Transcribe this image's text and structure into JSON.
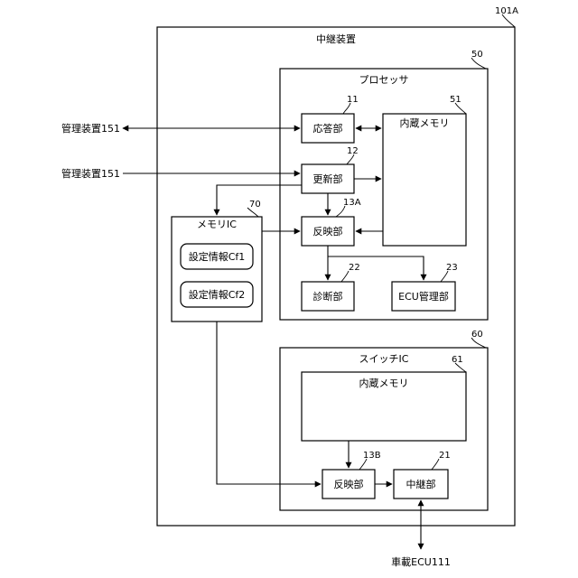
{
  "device": {
    "label": "中継装置",
    "ref": "101A"
  },
  "processor": {
    "label": "プロセッサ",
    "ref": "50"
  },
  "response_unit": {
    "label": "応答部",
    "ref": "11"
  },
  "update_unit": {
    "label": "更新部",
    "ref": "12"
  },
  "reflect_unit": {
    "label": "反映部",
    "ref": "13A"
  },
  "internal_memory": {
    "label": "内蔵メモリ",
    "ref": "51"
  },
  "memory_ic": {
    "label": "メモリIC",
    "ref": "70"
  },
  "settings": [
    {
      "label": "設定情報Cf1"
    },
    {
      "label": "設定情報Cf2"
    }
  ],
  "diagnosis_unit": {
    "label": "診断部",
    "ref": "22"
  },
  "ecu_mgmt_unit": {
    "label": "ECU管理部",
    "ref": "23"
  },
  "switch_ic": {
    "label": "スイッチIC",
    "ref": "60"
  },
  "switch_memory": {
    "label": "内蔵メモリ",
    "ref": "61"
  },
  "switch_reflect_unit": {
    "label": "反映部",
    "ref": "13B"
  },
  "relay_unit": {
    "label": "中継部",
    "ref": "21"
  },
  "external": {
    "mgmt_device_1": "管理装置151",
    "mgmt_device_2": "管理装置151",
    "vehicle_ecu": "車載ECU111"
  }
}
